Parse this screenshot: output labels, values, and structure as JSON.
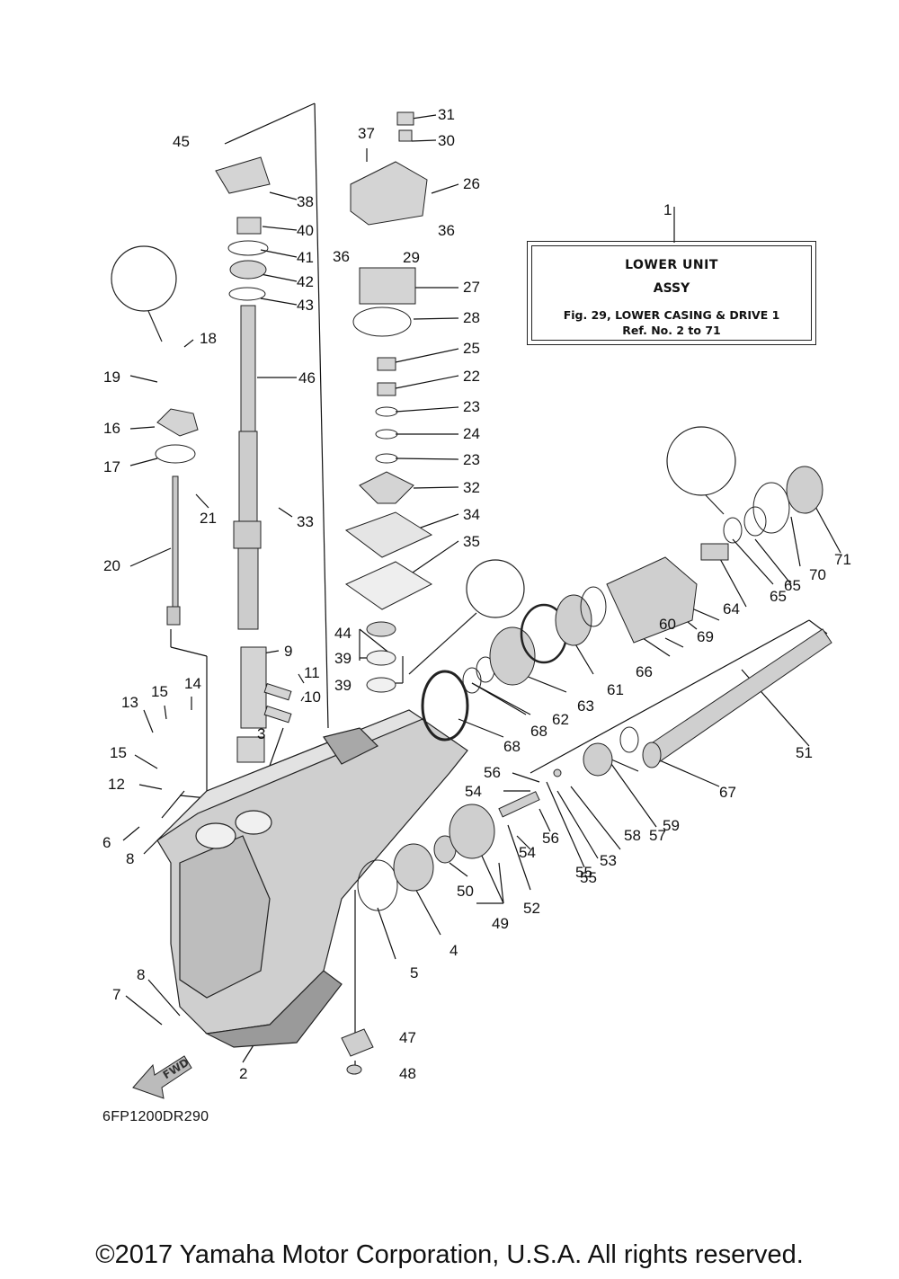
{
  "legend": {
    "ref_number": "1",
    "line1": "LOWER UNIT",
    "line2": "ASSY",
    "line3": "Fig. 29, LOWER CASING & DRIVE 1",
    "line4": "Ref. No. 2 to 71"
  },
  "drawing_code": "6FP1200DR290",
  "copyright": "©2017 Yamaha Motor Corporation, U.S.A. All rights reserved.",
  "fwd_label": "FWD",
  "callouts": [
    "45",
    "31",
    "37",
    "30",
    "26",
    "38",
    "40",
    "36",
    "36",
    "29",
    "41",
    "42",
    "27",
    "43",
    "28",
    "18",
    "46",
    "25",
    "22",
    "19",
    "23",
    "16",
    "24",
    "23",
    "17",
    "21",
    "33",
    "32",
    "34",
    "35",
    "20",
    "44",
    "9",
    "39",
    "39",
    "11",
    "14",
    "15",
    "10",
    "13",
    "15",
    "3",
    "12",
    "6",
    "8",
    "8",
    "7",
    "2",
    "5",
    "4",
    "50",
    "49",
    "47",
    "48",
    "52",
    "54",
    "56",
    "54",
    "56",
    "55",
    "53",
    "55",
    "58",
    "57",
    "59",
    "51",
    "67",
    "68",
    "68",
    "62",
    "63",
    "61",
    "66",
    "69",
    "60",
    "64",
    "65",
    "65",
    "70",
    "71"
  ]
}
